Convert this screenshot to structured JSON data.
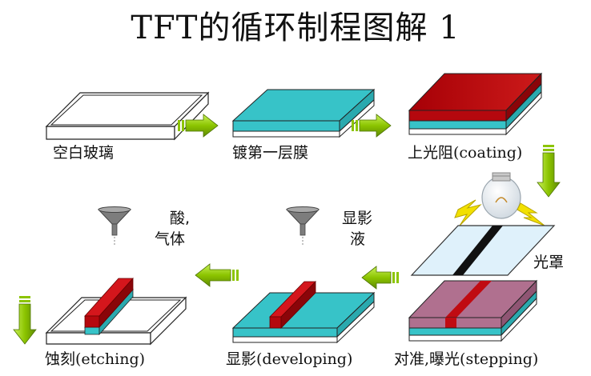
{
  "title": "TFT的循环制程图解 1",
  "steps": {
    "bare_glass": "空白玻璃",
    "film_coating": "镀第一层膜",
    "photoresist": "上光阻(coating)",
    "alignment_exposure": "对准,曝光(stepping)",
    "developing": "显影(developing)",
    "etching": "蚀刻(etching)"
  },
  "annotations": {
    "mask": "光罩",
    "developer_line1": "显影",
    "developer_line2": "液",
    "acid_line1": "酸,",
    "acid_line2": "气体"
  },
  "colors": {
    "cyan_top": "#37c3c8",
    "cyan_side": "#2fb9bf",
    "red": "#b5080e",
    "pink": "#b0708f",
    "arrow_green": "#8cc400",
    "mask_fill": "#dff1fb",
    "funnel_gray": "#7d7d7d"
  }
}
